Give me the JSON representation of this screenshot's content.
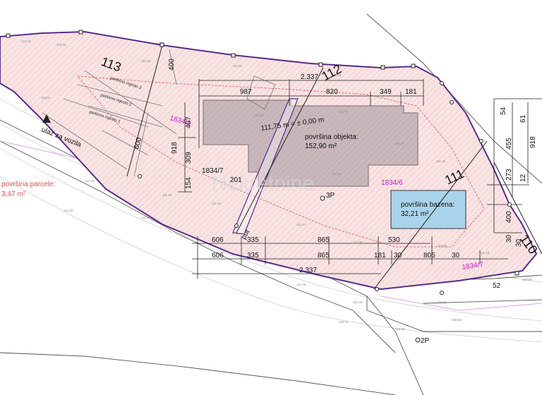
{
  "plan": {
    "parcel_area": {
      "label": "površina parcele:",
      "value": "3,47 m²"
    },
    "building": {
      "label": "površina objekta:",
      "value": "152,90 m²",
      "level": "111,75 m = ± 0,00 m"
    },
    "pool": {
      "label": "površina bazena:",
      "value": "32,21 m²"
    },
    "parcel_ids": {
      "main": "1834/1",
      "sub_a": "1834/7",
      "sub_b": "1834/6",
      "sub_c": "1834/7"
    },
    "parking": [
      "parkirno mjesto 3",
      "parkirno mjesto 2",
      "parkirno mjesto 1"
    ],
    "entrance": "ulaz za vozila",
    "path": "put",
    "edge_numbers": {
      "n113": "113",
      "n112": "112",
      "n111": "111",
      "n110": "110"
    },
    "dims_top": [
      "2.337",
      "987",
      "820",
      "349",
      "181"
    ],
    "dims_bottom_row1": [
      "606",
      "335",
      "865",
      "530"
    ],
    "dims_bottom_row2": [
      "606",
      "335",
      "865",
      "181",
      "30",
      "805",
      "30"
    ],
    "dims_bottom_total": "2.337",
    "dims_left": [
      "400",
      "600",
      "918",
      "457",
      "309",
      "154",
      "201"
    ],
    "dims_right": [
      "54",
      "61",
      "455",
      "918",
      "273",
      "12",
      "400",
      "30",
      "30",
      "52"
    ],
    "survey_points": [
      "3P",
      "2P"
    ],
    "watermark": "Nekretnine"
  }
}
